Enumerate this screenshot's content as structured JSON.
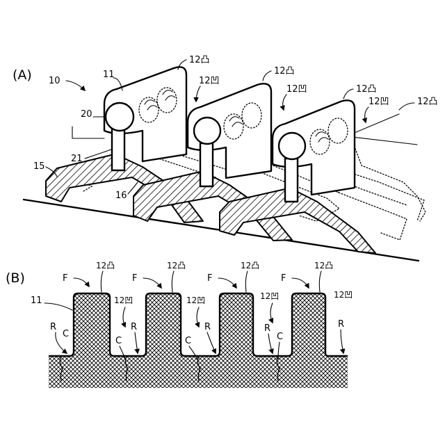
{
  "panel_a": {
    "tag": "(A)",
    "labels": {
      "ref_10": "10",
      "ref_11": "11",
      "ref_20": "20",
      "ref_21": "21",
      "ref_15": "15",
      "ref_16": "16",
      "ref_12_convex": "12凸",
      "ref_12_concave": "12凹"
    }
  },
  "panel_b": {
    "tag": "(B)",
    "labels": {
      "ref_11": "11",
      "F": "F",
      "R": "R",
      "C": "C",
      "ref_12_convex": "12凸",
      "ref_12_concave": "12凹"
    }
  }
}
